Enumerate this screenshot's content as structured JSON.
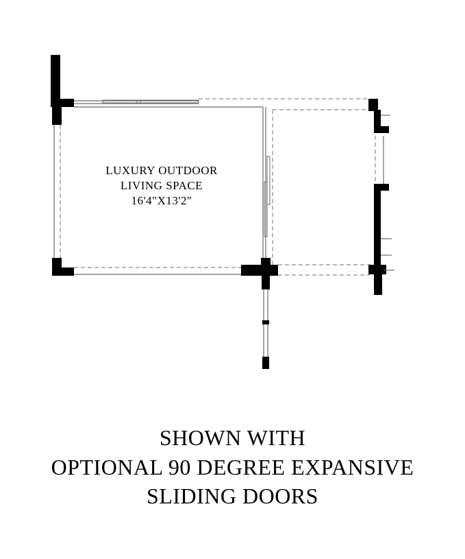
{
  "room": {
    "name_line1": "LUXURY OUTDOOR",
    "name_line2": "LIVING SPACE",
    "dimensions": "16'4\"X13'2\""
  },
  "caption": {
    "line1": "SHOWN WITH",
    "line2": "OPTIONAL 90 DEGREE EXPANSIVE",
    "line3": "SLIDING DOORS"
  },
  "colors": {
    "wall": "#000000",
    "dashed_line": "#8a8a8a",
    "background": "#ffffff"
  }
}
